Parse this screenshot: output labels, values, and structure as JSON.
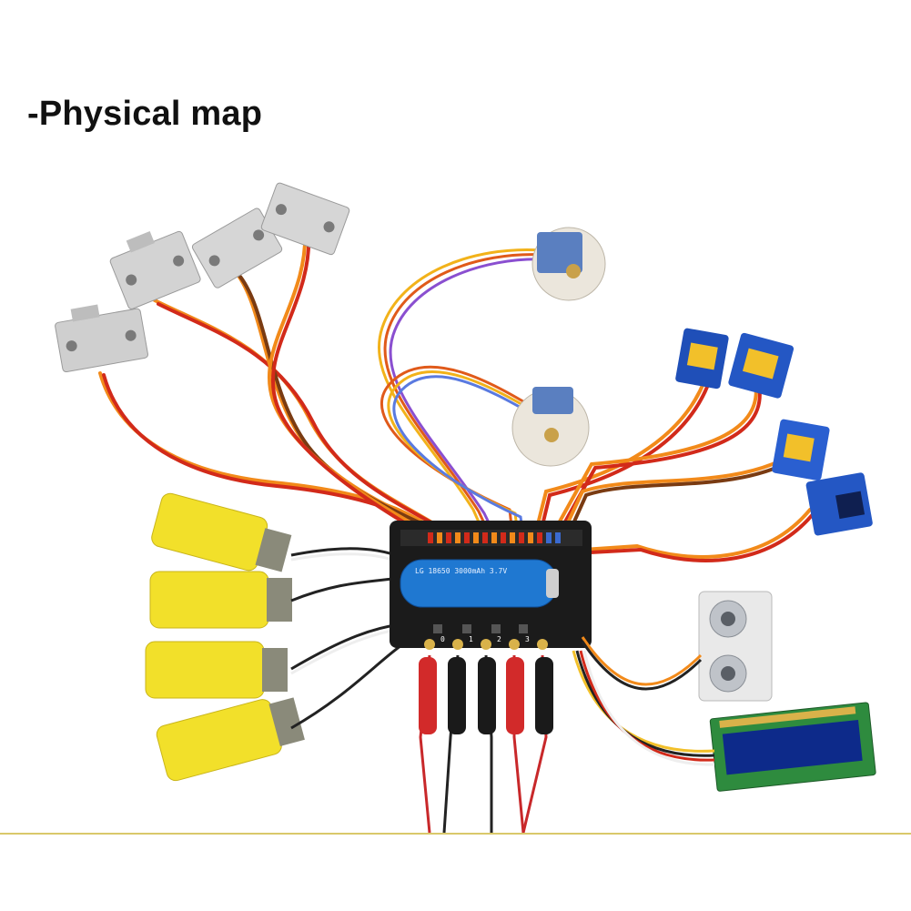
{
  "header": {
    "title": "-Physical map"
  },
  "board": {
    "battery_label": "LG 18650 3000mAh 3.7V",
    "pad_labels": [
      "0",
      "1",
      "2",
      "3"
    ]
  },
  "colors": {
    "title": "#111111",
    "motor_yellow": "#f2e02a",
    "servo_gray": "#c9c9c9",
    "servo_blue": "#1f4fb8",
    "battery_blue": "#1f78d1",
    "pcb_black": "#1b1b1b",
    "wire_orange": "#f28a1a",
    "wire_red": "#d22a1a",
    "divider": "#d9c86a"
  }
}
